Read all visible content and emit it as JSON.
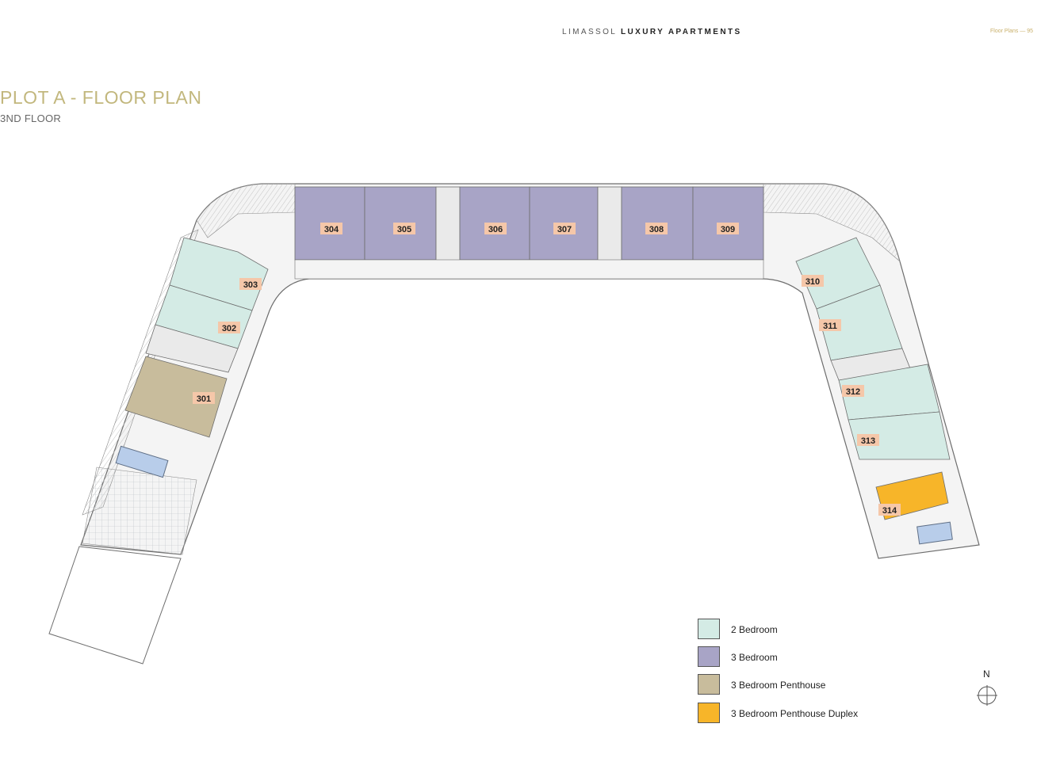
{
  "header": {
    "brand_light": "LIMASSOL",
    "brand_bold": "LUXURY APARTMENTS",
    "page_info": "Floor Plans — 95"
  },
  "title": "PLOT A - FLOOR PLAN",
  "subtitle": "3ND FLOOR",
  "colors": {
    "two_bedroom": "#d4ebe5",
    "three_bedroom": "#a8a4c6",
    "penthouse": "#c8bc9c",
    "penthouse_duplex": "#f7b529",
    "unit_tag": "#f5c7a9",
    "outline": "#6d6d6d"
  },
  "units": [
    {
      "id": "301",
      "type": "penthouse"
    },
    {
      "id": "302",
      "type": "two_bedroom"
    },
    {
      "id": "303",
      "type": "two_bedroom"
    },
    {
      "id": "304",
      "type": "three_bedroom"
    },
    {
      "id": "305",
      "type": "three_bedroom"
    },
    {
      "id": "306",
      "type": "three_bedroom"
    },
    {
      "id": "307",
      "type": "three_bedroom"
    },
    {
      "id": "308",
      "type": "three_bedroom"
    },
    {
      "id": "309",
      "type": "three_bedroom"
    },
    {
      "id": "310",
      "type": "two_bedroom"
    },
    {
      "id": "311",
      "type": "two_bedroom"
    },
    {
      "id": "312",
      "type": "two_bedroom"
    },
    {
      "id": "313",
      "type": "two_bedroom"
    },
    {
      "id": "314",
      "type": "penthouse_duplex"
    }
  ],
  "legend": [
    {
      "label": "2 Bedroom",
      "color": "#d4ebe5"
    },
    {
      "label": "3 Bedroom",
      "color": "#a8a4c6"
    },
    {
      "label": "3 Bedroom Penthouse",
      "color": "#c8bc9c"
    },
    {
      "label": "3 Bedroom Penthouse Duplex",
      "color": "#f7b529"
    }
  ],
  "compass": {
    "label": "N",
    "icon": "north-arrow-icon"
  }
}
